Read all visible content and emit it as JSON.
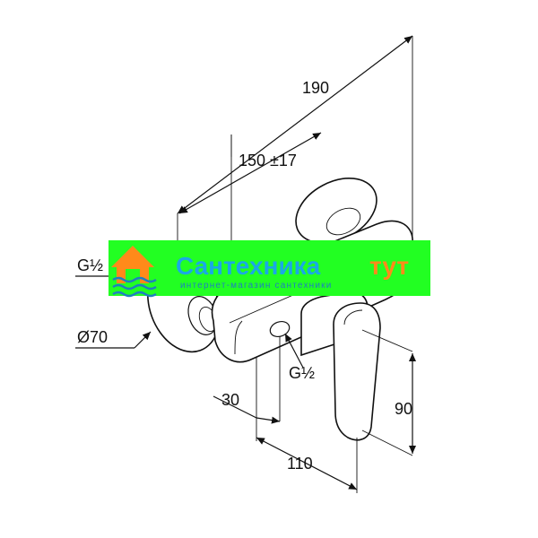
{
  "dimensions": {
    "overall_length": "190",
    "centers": "150 ±17",
    "inlet_thread": "G½",
    "rosette_diameter": "Ø70",
    "outlet_thread": "G½",
    "outlet_offset": "30",
    "depth": "110",
    "lever_height": "90"
  },
  "watermark": {
    "title_part1": "Сантехника",
    "title_part2": "тут",
    "subtitle": "интернет-магазин сантехники",
    "colors": {
      "band": "#22ff22",
      "title": "#1aa8e6",
      "accent": "#ff8a1a",
      "subtitle": "#1f7fbf"
    }
  }
}
